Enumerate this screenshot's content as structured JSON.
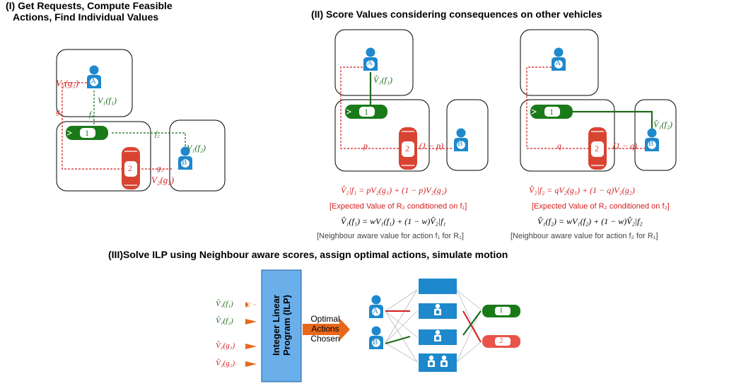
{
  "sections": {
    "s1_line1": "(I) Get Requests, Compute Feasible",
    "s1_line2": "Actions, Find Individual Values",
    "s2": "(II) Score Values considering consequences on other vehicles",
    "s3": "(III)Solve ILP using Neighbour aware scores, assign optimal actions, simulate motion"
  },
  "panel1": {
    "passenger_a": "A",
    "passenger_b": "B",
    "car_green": "1",
    "car_red": "2",
    "v2g1": "V₂(g₁)",
    "g1": "g₁",
    "v1f1": "V₁(f₁)",
    "f1": "f₁",
    "f2": "f₂",
    "v1f2": "V₁(f₂)",
    "g2": "g₂",
    "v2g2": "V₂(g₂)"
  },
  "panel2": {
    "left_v1f1": "V̂₁(f₁)",
    "left_p": "p",
    "left_1mp": "(1 − p)",
    "right_v1f2": "V̂₁(f₂)",
    "right_q": "q",
    "right_1mq": "(1 − q)",
    "eq_left_1": "V̂₂|f₁ = pV₂(g₁) + (1 − p)V₂(g₂)",
    "eq_left_2": "[Expected Value of R₂ conditioned on f₁]",
    "eq_left_3": "V̂₁(f₁) = wV₁(f₁) + (1 − w)V̂₂|f₁",
    "eq_left_4": "[Neighbour aware value for action f₁ for R₁]",
    "eq_right_1": "V̂₂|f₂ = qV₂(g₁) + (1 − q)V₂(g₂)",
    "eq_right_2": "[Expected Value of R₂ conditioned on f₂]",
    "eq_right_3": "V̂₁(f₂) = wV₁(f₂) + (1 − w)V̂₂|f₂",
    "eq_right_4": "[Neighbour aware value for action f₂ for R₁]"
  },
  "panel3": {
    "inputs": [
      "V̂₁(f₁)",
      "V̂₁(f₂)",
      "V̂₂(g₁)",
      "V̂₂(g₂)"
    ],
    "ilp_line1": "Integer Linear",
    "ilp_line2": "Program (ILP)",
    "optimal_1": "Optimal",
    "optimal_2": "Actions",
    "optimal_3": "Chosen",
    "car_green": "1",
    "car_red": "2"
  },
  "colors": {
    "red": "#d31f1f",
    "green": "#1e6b1e",
    "blue": "#1e88cc",
    "ilp_blue": "#6aaeea",
    "orange": "#e8671a"
  }
}
